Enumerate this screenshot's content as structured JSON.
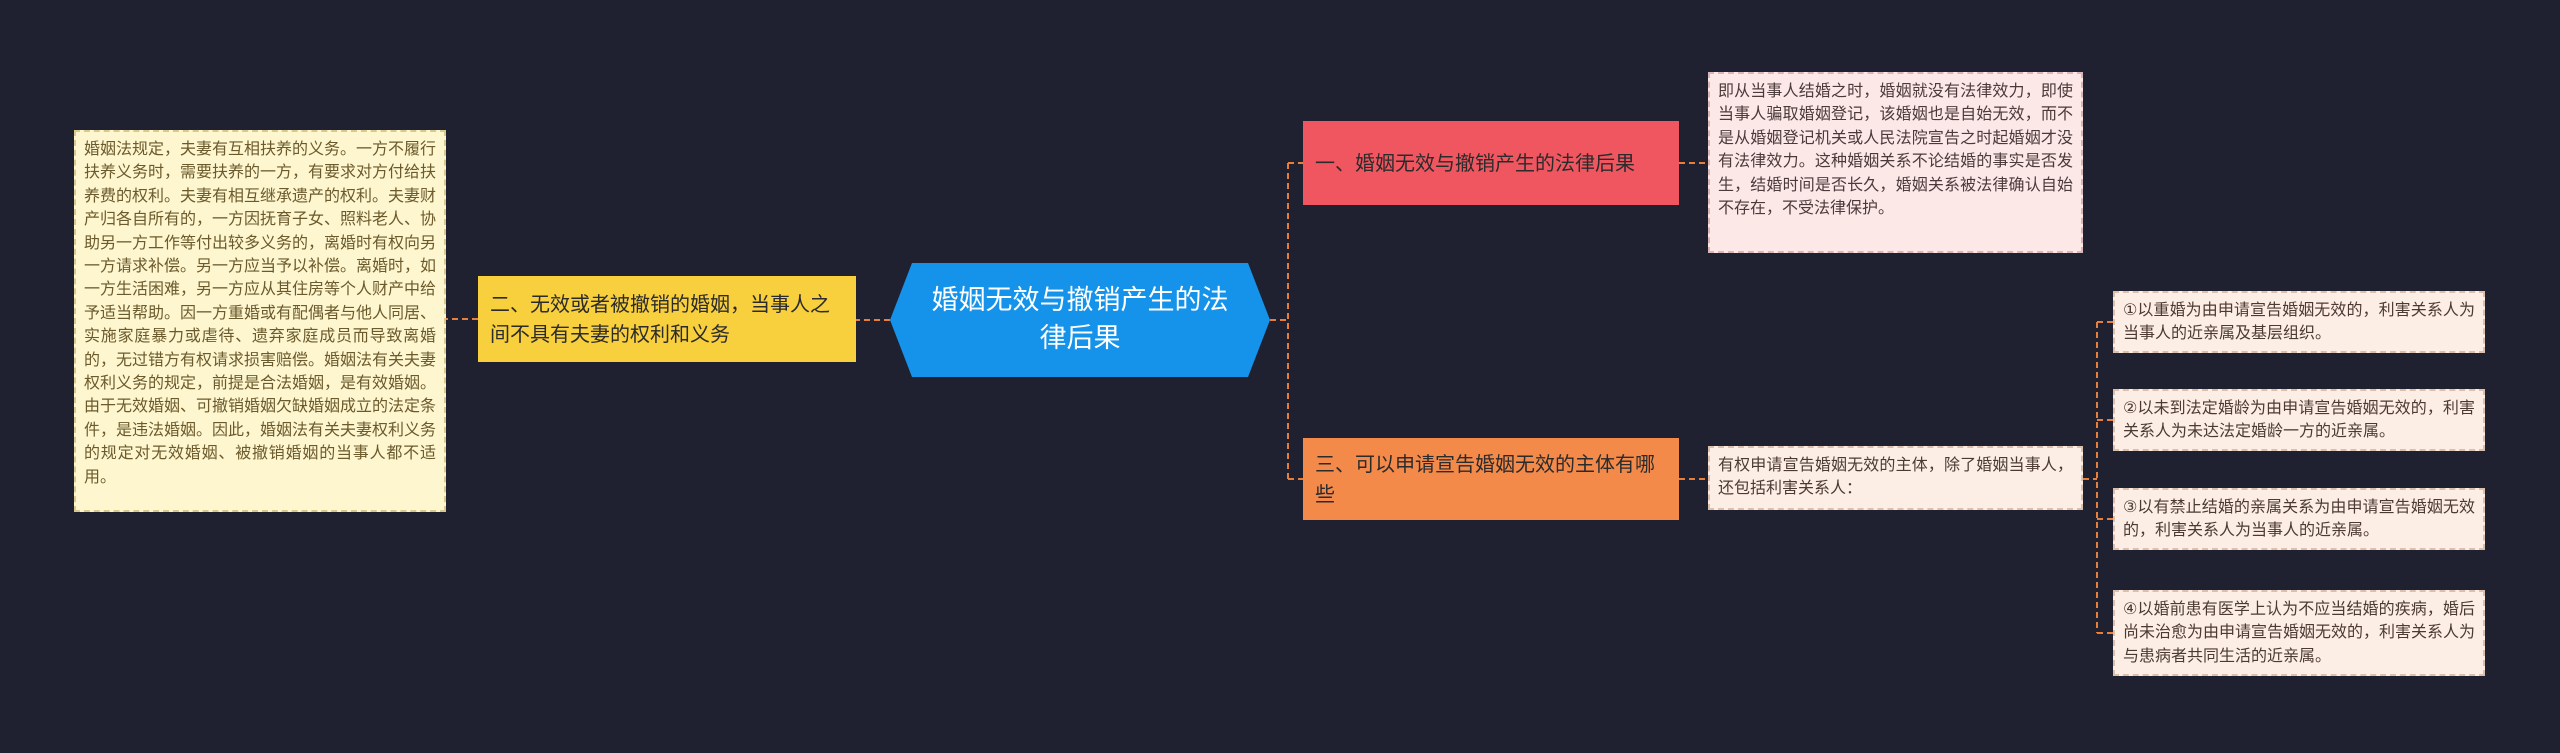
{
  "diagram": {
    "central": {
      "title": "婚姻无效与撤销产生的法律后果"
    },
    "branches": [
      {
        "label": "一、婚姻无效与撤销产生的法律后果",
        "color": "#ef5660"
      },
      {
        "label": "二、无效或者被撤销的婚姻，当事人之间不具有夫妻的权利和义务",
        "color": "#f8cf3c"
      },
      {
        "label": "三、可以申请宣告婚姻无效的主体有哪些",
        "color": "#f48a4a"
      }
    ],
    "leaves": {
      "consequence": "即从当事人结婚之时，婚姻就没有法律效力，即使当事人骗取婚姻登记，该婚姻也是自始无效，而不是从婚姻登记机关或人民法院宣告之时起婚姻才没有法律效力。这种婚姻关系不论结婚的事实是否发生，结婚时间是否长久，婚姻关系被法律确认自始不存在，不受法律保护。",
      "rights": "婚姻法规定，夫妻有互相扶养的义务。一方不履行扶养义务时，需要扶养的一方，有要求对方付给扶养费的权利。夫妻有相互继承遗产的权利。夫妻财产归各自所有的，一方因抚育子女、照料老人、协助另一方工作等付出较多义务的，离婚时有权向另一方请求补偿。另一方应当予以补偿。离婚时，如一方生活困难，另一方应从其住房等个人财产中给予适当帮助。因一方重婚或有配偶者与他人同居、实施家庭暴力或虐待、遗弃家庭成员而导致离婚的，无过错方有权请求损害赔偿。婚姻法有关夫妻权利义务的规定，前提是合法婚姻，是有效婚姻。由于无效婚姻、可撤销婚姻欠缺婚姻成立的法定条件，是违法婚姻。因此，婚姻法有关夫妻权利义务的规定对无效婚姻、被撤销婚姻的当事人都不适用。",
      "subjects": "有权申请宣告婚姻无效的主体，除了婚姻当事人，还包括利害关系人：",
      "sub": [
        "①以重婚为由申请宣告婚姻无效的，利害关系人为当事人的近亲属及基层组织。",
        "②以未到法定婚龄为由申请宣告婚姻无效的，利害关系人为未达法定婚龄一方的近亲属。",
        "③以有禁止结婚的亲属关系为由申请宣告婚姻无效的，利害关系人为当事人的近亲属。",
        "④以婚前患有医学上认为不应当结婚的疾病，婚后尚未治愈为由申请宣告婚姻无效的，利害关系人为与患病者共同生活的近亲属。"
      ]
    },
    "colors": {
      "background": "#1f2130",
      "central": "#1593ea",
      "left_branch": "#f8cf3c",
      "right_branch_1": "#ef5660",
      "right_branch_3": "#f48a4a",
      "connector": "#e67e3c"
    }
  }
}
